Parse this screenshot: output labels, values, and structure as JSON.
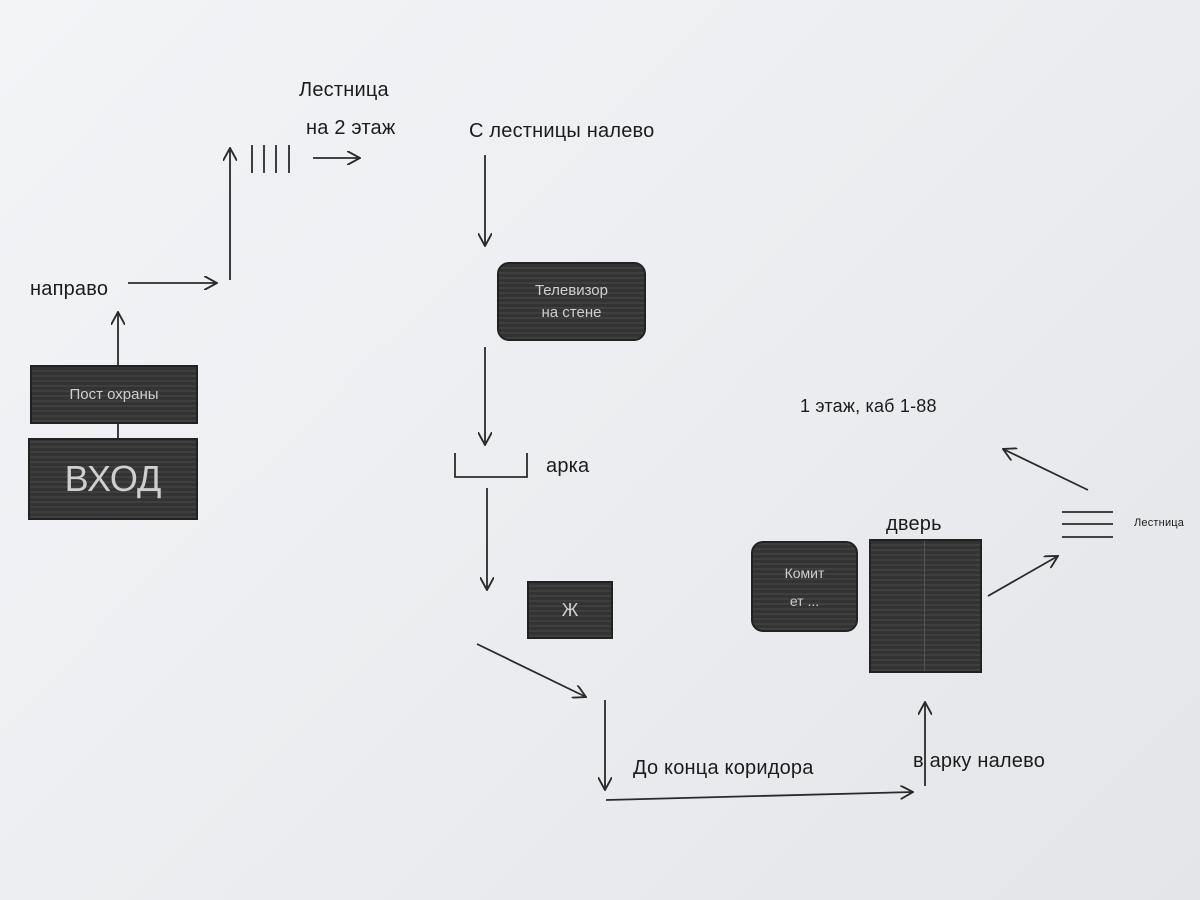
{
  "labels": {
    "stairs_title": "Лестница",
    "stairs_floor": "на 2 этаж",
    "from_stairs": "С лестницы налево",
    "right": "направо",
    "arch": "арка",
    "floor_room": "1 этаж, каб 1-88",
    "door": "дверь",
    "stairs_right": "Лестница",
    "corridor": "До конца коридора",
    "into_arch": "в арку налево"
  },
  "boxes": {
    "guard": "Пост охраны",
    "entrance": "ВХОД",
    "tv_line1": "Телевизор",
    "tv_line2": "на стене",
    "wc": "Ж",
    "committee_line1": "Комит",
    "committee_line2": "ет ..."
  },
  "colors": {
    "box_fill": "#333333",
    "line": "#2a2a2a"
  }
}
